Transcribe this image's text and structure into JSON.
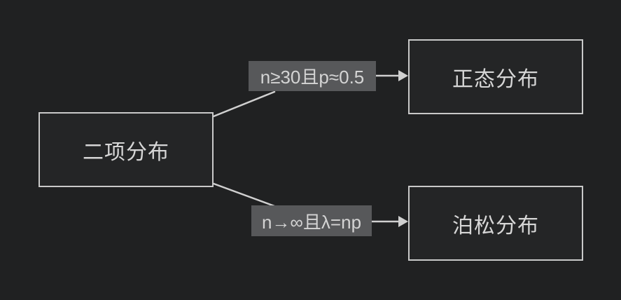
{
  "canvas": {
    "background_color": "#202122",
    "node_border_color": "#c9c9c9",
    "node_fill_color": "#242526",
    "node_text_color": "#d6d6d6",
    "edge_label_background_color": "#57585a",
    "edge_label_text_color": "#d4d4d4",
    "connector_color": "#d0d0d0"
  },
  "nodes": [
    {
      "id": "binomial",
      "label": "二项分布"
    },
    {
      "id": "normal",
      "label": "正态分布"
    },
    {
      "id": "poisson",
      "label": "泊松分布"
    }
  ],
  "edges": [
    {
      "from": "binomial",
      "to": "normal",
      "label": "n≥30且p≈0.5"
    },
    {
      "from": "binomial",
      "to": "poisson",
      "label": "n→∞且λ=np"
    }
  ]
}
